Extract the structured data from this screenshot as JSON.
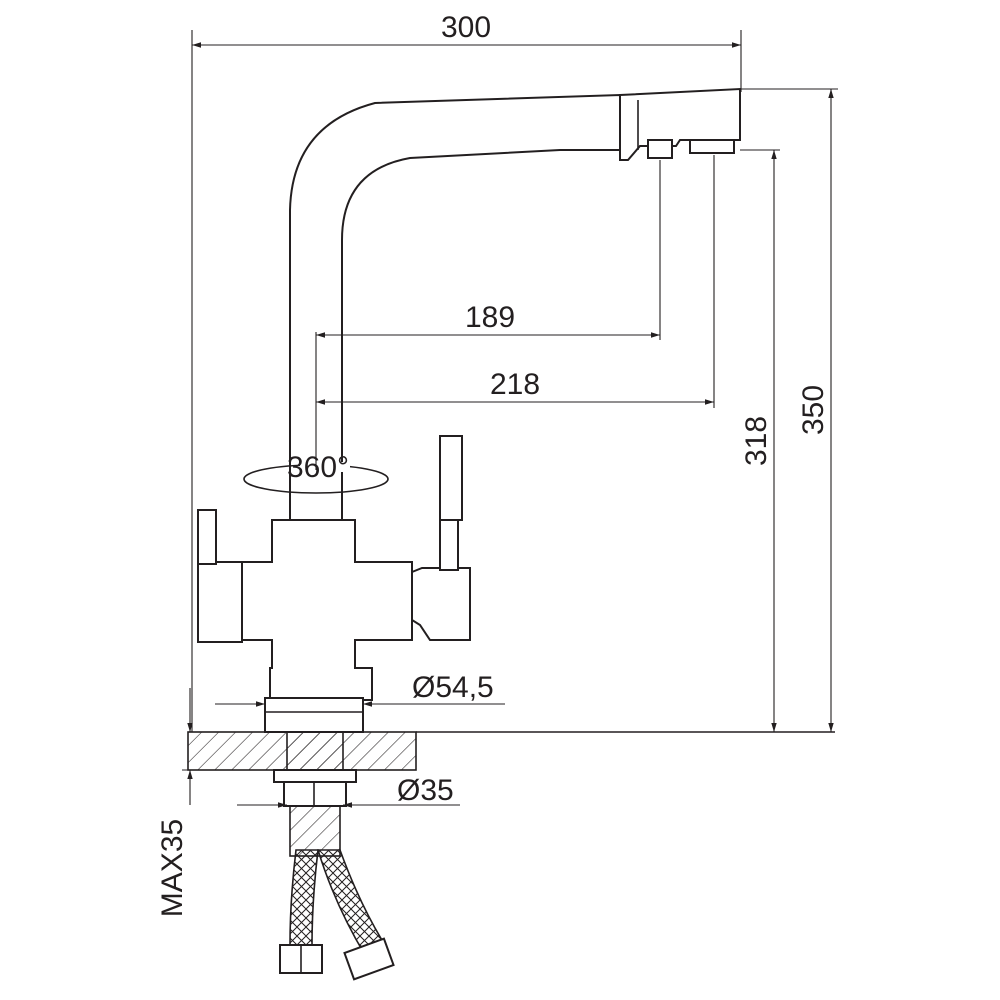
{
  "dimensions": {
    "total_length": "300",
    "spout_reach_1": "189",
    "spout_reach_2": "218",
    "rotation": "360°",
    "outlet_height": "318",
    "total_height": "350",
    "base_diameter": "Ø54,5",
    "thread_diameter": "Ø35",
    "max_countertop": "MAX35"
  },
  "colors": {
    "line": "#231f20",
    "background": "#ffffff"
  }
}
